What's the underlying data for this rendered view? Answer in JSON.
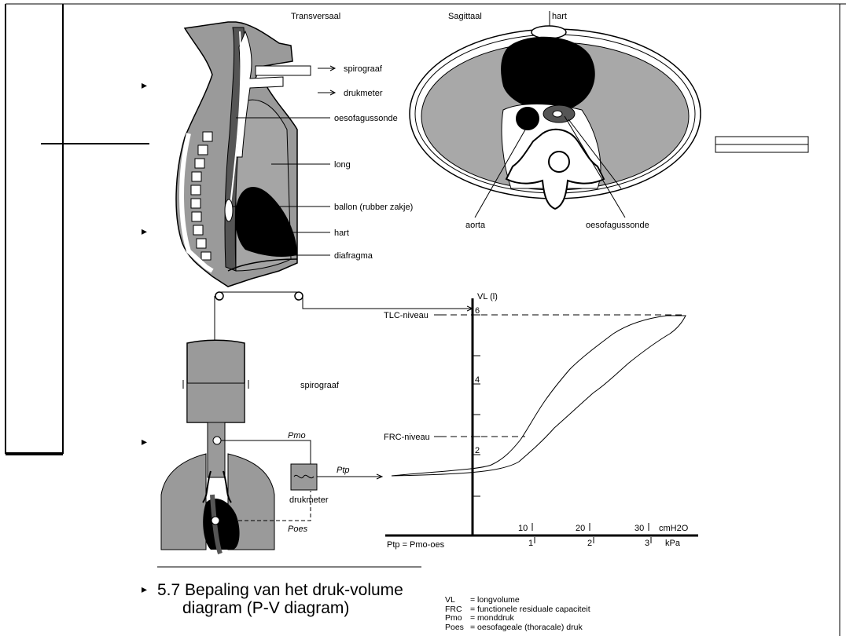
{
  "top_diagram": {
    "transversaal": "Transversaal",
    "sagittaal": "Sagittaal",
    "labels_left": {
      "spirograaf": "spirograaf",
      "drukmeter": "drukmeter",
      "oesofagussonde": "oesofagussonde",
      "long": "long",
      "ballon": "ballon (rubber zakje)",
      "hart": "hart",
      "diafragma": "diafragma"
    },
    "labels_right": {
      "hart": "hart",
      "aorta": "aorta",
      "oesofagussonde": "oesofagussonde"
    }
  },
  "bottom_diagram": {
    "spirograaf": "spirograaf",
    "drukmeter": "drukmeter",
    "p_mo": "Pmo",
    "p_oes": "Poes",
    "p_tp": "Ptp",
    "p_tp_eq": "Ptp = Pmo-oes"
  },
  "chart_data": {
    "type": "line",
    "ylabel": "VL (l)",
    "y_ticks": [
      "2",
      "4",
      "6"
    ],
    "x_ticks_cmh2o": [
      "10",
      "20",
      "30"
    ],
    "x_unit_cmh2o": "cmH2O",
    "x_ticks_kpa": [
      "1",
      "2",
      "3"
    ],
    "x_unit_kpa": "kPa",
    "annotations": [
      "TLC-niveau",
      "FRC-niveau"
    ]
  },
  "caption": {
    "title_line1": "5.7 Bepaling van het druk-volume",
    "title_line2": "diagram (P-V diagram)",
    "legend": [
      {
        "sym": "VL",
        "def": "= longvolume"
      },
      {
        "sym": "FRC",
        "def": "= functionele residuale capaciteit"
      },
      {
        "sym": "Pmo",
        "def": "= monddruk"
      },
      {
        "sym": "Poes",
        "def": "= oesofageale (thoracale) druk"
      }
    ]
  }
}
